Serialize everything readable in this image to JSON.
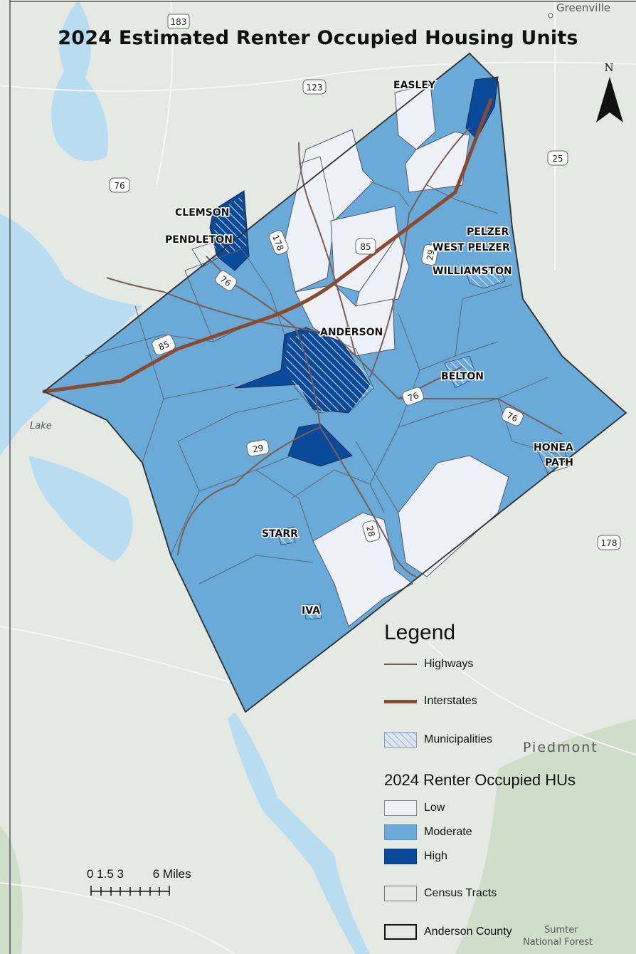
{
  "title": "2024 Estimated Renter Occupied Housing Units",
  "basemap_labels": {
    "greenville": "Greenville",
    "lake": "Lake",
    "piedmont": "Piedmont",
    "sumter_line1": "Sumter",
    "sumter_line2": "National Forest"
  },
  "towns": {
    "easley": "EASLEY",
    "clemson": "CLEMSON",
    "pendleton": "PENDLETON",
    "pelzer": "PELZER",
    "west_pelzer": "WEST PELZER",
    "williamston": "WILLIAMSTON",
    "anderson": "ANDERSON",
    "belton": "BELTON",
    "honea_line1": "HONEA",
    "honea_line2": "PATH",
    "starr": "STARR",
    "iva": "IVA"
  },
  "route_shields": {
    "r183": "183",
    "r123": "123",
    "r76_west": "76",
    "r25": "25",
    "r178_north": "178",
    "r85_north": "85",
    "r29_north": "29",
    "r76_pendleton": "76",
    "r85_west": "85",
    "r76_belton": "76",
    "r76_east": "76",
    "r29_south": "29",
    "r28": "28",
    "r178_east": "178"
  },
  "north_arrow": {
    "label": "N"
  },
  "legend": {
    "title": "Legend",
    "highways": "Highways",
    "interstates": "Interstates",
    "municipalities": "Municipalities",
    "subtitle": "2024 Renter Occupied HUs",
    "low": "Low",
    "moderate": "Moderate",
    "high": "High",
    "census_tracts": "Census Tracts",
    "county": "Anderson County"
  },
  "scale_bar": {
    "ticks": "0 1.5 3",
    "end_label": "6 Miles"
  },
  "colors": {
    "low": "#eef0f8",
    "moderate": "#6aaad8",
    "high": "#0a4a9a",
    "interstate": "#8b4a2e",
    "highway": "#7a5d56",
    "water": "#b9ddf0",
    "land": "#e4e9e3"
  }
}
